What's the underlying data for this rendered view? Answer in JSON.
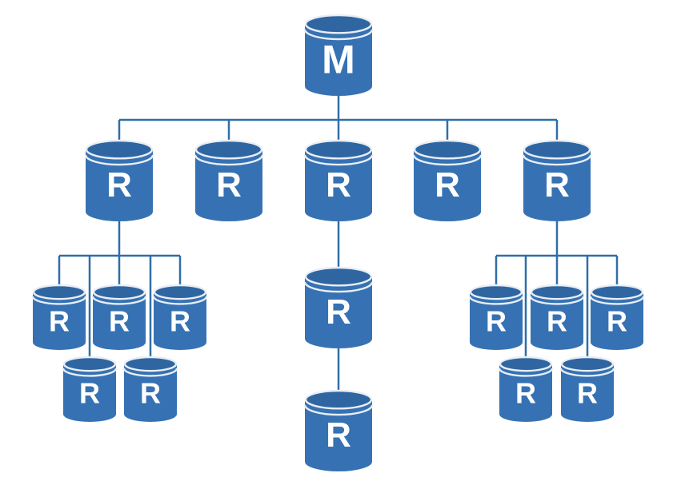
{
  "colors": {
    "database_body": "#3672b3",
    "database_top": "#2f66a2",
    "database_rim": "#e9eef4",
    "connector_line": "#2f6ea8",
    "background": "#ffffff"
  },
  "icon": "database-cylinder-icon",
  "nodes": [
    {
      "id": "m",
      "label": "M",
      "role": "master"
    },
    {
      "id": "r1",
      "label": "R",
      "role": "replica",
      "parent": "m"
    },
    {
      "id": "r2",
      "label": "R",
      "role": "replica",
      "parent": "m"
    },
    {
      "id": "r3",
      "label": "R",
      "role": "replica",
      "parent": "m"
    },
    {
      "id": "r4",
      "label": "R",
      "role": "replica",
      "parent": "m"
    },
    {
      "id": "r5",
      "label": "R",
      "role": "replica",
      "parent": "m"
    },
    {
      "id": "r1a",
      "label": "R",
      "role": "replica",
      "parent": "r1"
    },
    {
      "id": "r1b",
      "label": "R",
      "role": "replica",
      "parent": "r1"
    },
    {
      "id": "r1c",
      "label": "R",
      "role": "replica",
      "parent": "r1"
    },
    {
      "id": "r1d",
      "label": "R",
      "role": "replica",
      "parent": "r1"
    },
    {
      "id": "r1e",
      "label": "R",
      "role": "replica",
      "parent": "r1"
    },
    {
      "id": "r3a",
      "label": "R",
      "role": "replica",
      "parent": "r3"
    },
    {
      "id": "r3a1",
      "label": "R",
      "role": "replica",
      "parent": "r3a"
    },
    {
      "id": "r5a",
      "label": "R",
      "role": "replica",
      "parent": "r5"
    },
    {
      "id": "r5b",
      "label": "R",
      "role": "replica",
      "parent": "r5"
    },
    {
      "id": "r5c",
      "label": "R",
      "role": "replica",
      "parent": "r5"
    },
    {
      "id": "r5d",
      "label": "R",
      "role": "replica",
      "parent": "r5"
    },
    {
      "id": "r5e",
      "label": "R",
      "role": "replica",
      "parent": "r5"
    }
  ]
}
